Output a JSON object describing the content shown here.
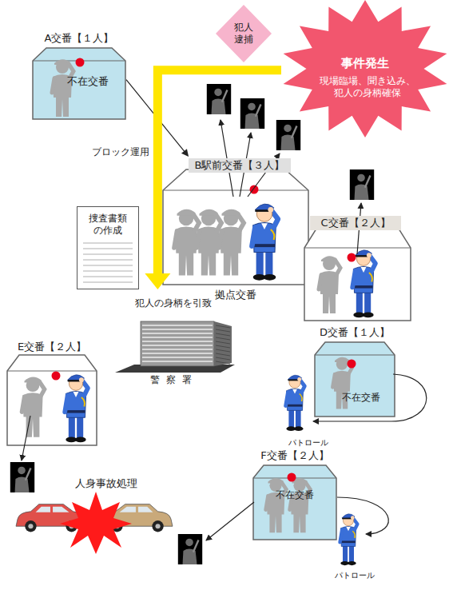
{
  "diagram": {
    "nodes": [
      {
        "text": [
          "A交番【１人】",
          "不在交番"
        ]
      },
      {
        "text": [
          "犯人逮捕"
        ]
      },
      {
        "text": [
          "事件発生",
          "現場臨場、聞き込み、犯人の身柄確保"
        ]
      },
      {
        "text": [
          "B駅前交番【３人】",
          "拠点交番"
        ]
      },
      {
        "text": [
          "捜査書類の作成"
        ]
      },
      {
        "text": [
          "C交番【２人】"
        ]
      },
      {
        "text": [
          "警察署"
        ]
      },
      {
        "text": [
          "E交番【２人】"
        ]
      },
      {
        "text": [
          "D交番【１人】",
          "不在交番"
        ]
      },
      {
        "text": [
          "F交番【２人】",
          "不在交番"
        ]
      }
    ],
    "edges": [
      {
        "from": 0,
        "to": 3,
        "arrow": "to",
        "label": "ブロック運用"
      },
      {
        "from": 2,
        "to": 6,
        "arrow": "to",
        "label": "犯人の身柄を引致"
      }
    ],
    "labels": [
      "パトロール",
      "人身事故処理",
      "パトロール"
    ]
  }
}
